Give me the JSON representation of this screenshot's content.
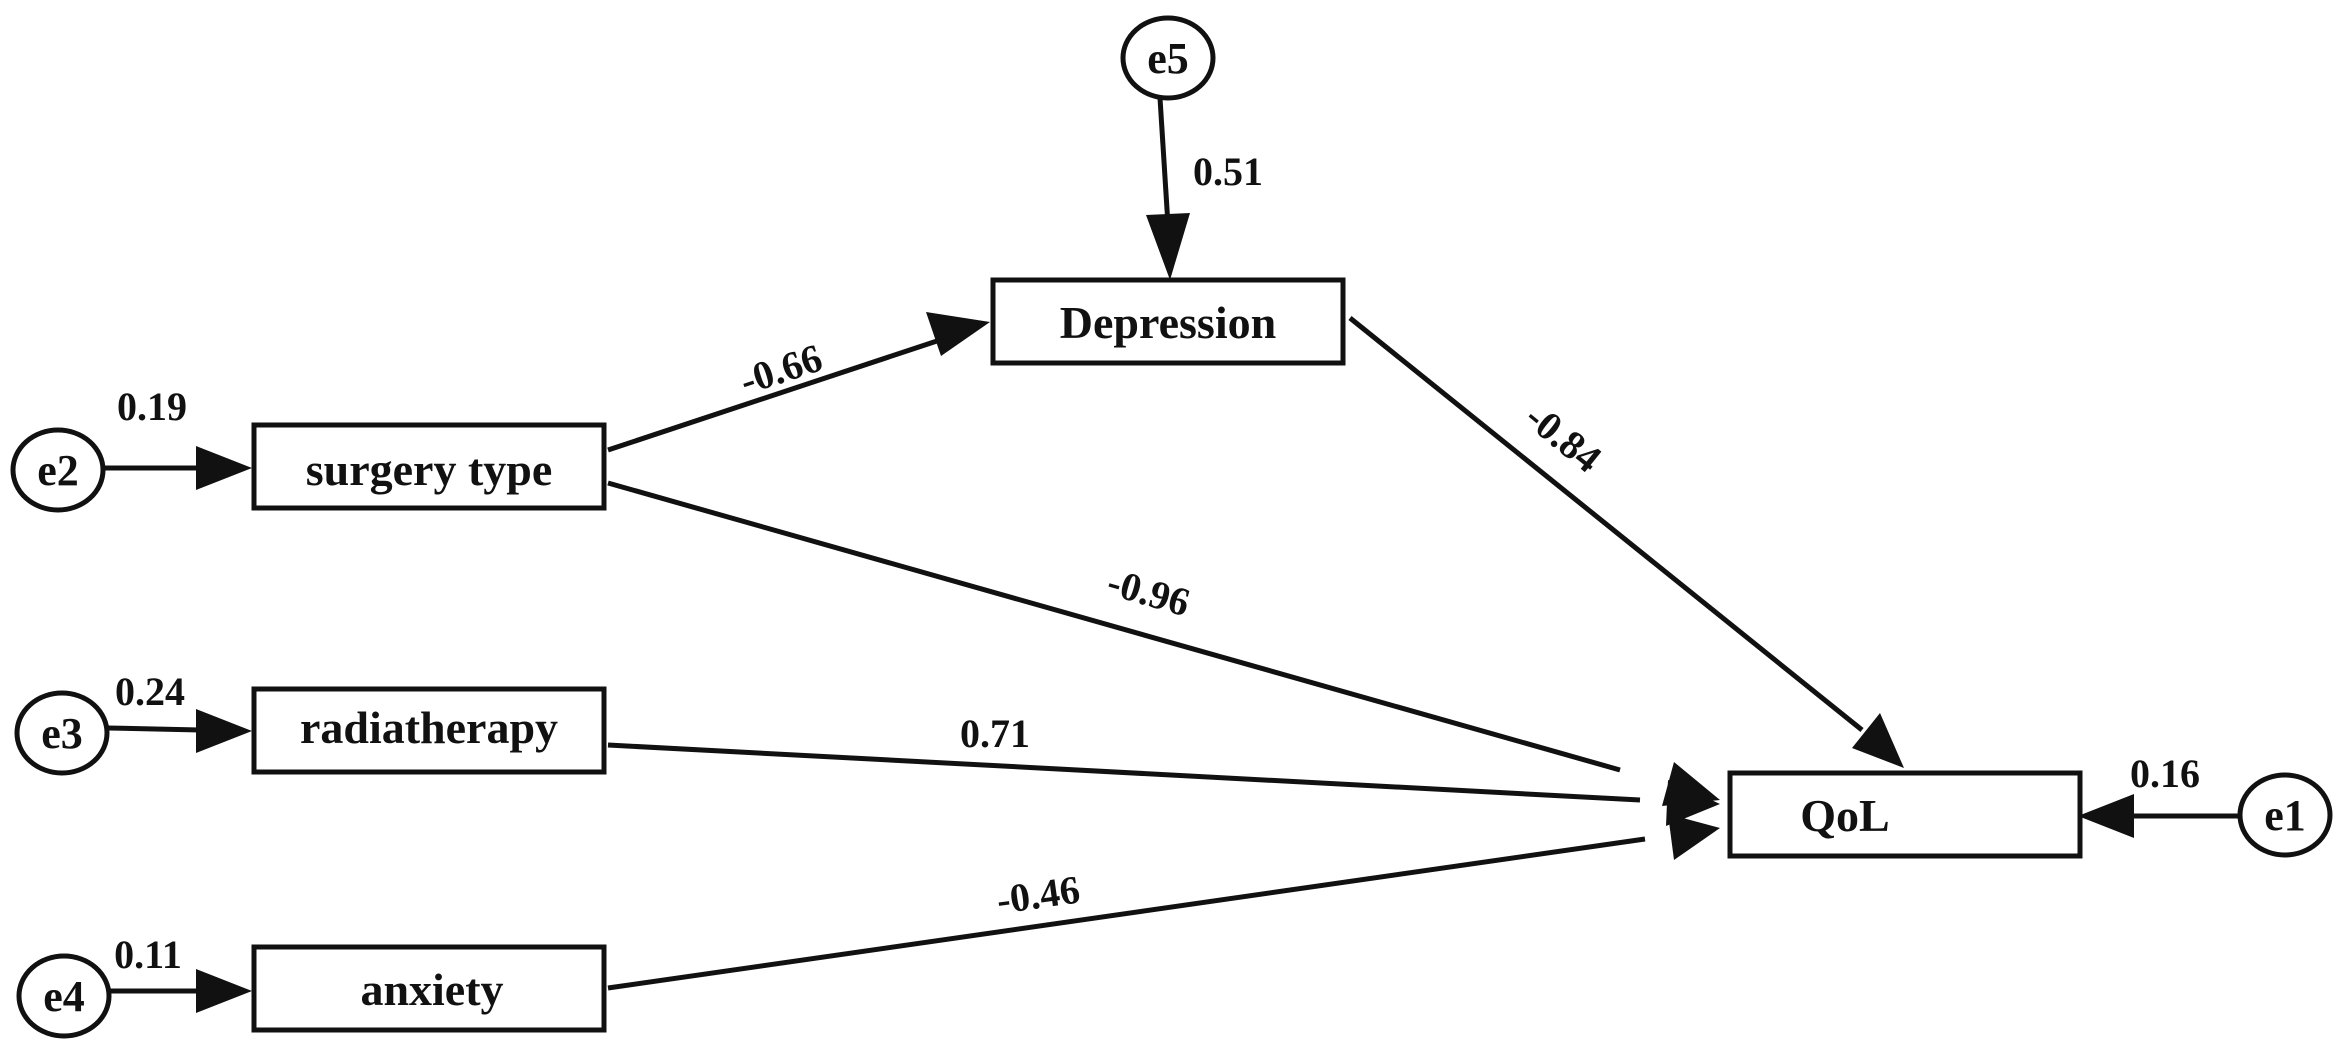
{
  "diagram": {
    "nodes": {
      "depression": "Depression",
      "surgery_type": "surgery type",
      "radiatherapy": "radiatherapy",
      "anxiety": "anxiety",
      "qol": "QoL"
    },
    "errors": {
      "e1": "e1",
      "e2": "e2",
      "e3": "e3",
      "e4": "e4",
      "e5": "e5"
    },
    "paths": {
      "e5_depression": "0.51",
      "e2_surgery": "0.19",
      "e3_radiatherapy": "0.24",
      "e4_anxiety": "0.11",
      "e1_qol": "0.16",
      "surgery_depression": "-0.66",
      "depression_qol": "-0.84",
      "surgery_qol": "-0.96",
      "radiatherapy_qol": "0.71",
      "anxiety_qol": "-0.46"
    }
  }
}
